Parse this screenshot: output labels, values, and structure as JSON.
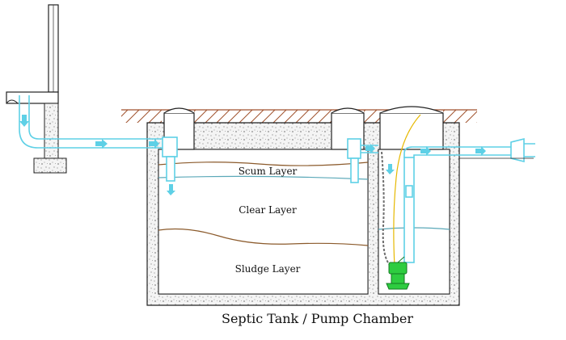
{
  "labels": {
    "scum": "Scum Layer",
    "clear": "Clear Layer",
    "sludge": "Sludge Layer"
  },
  "caption": "Septic Tank / Pump Chamber",
  "colors": {
    "pipe": "#5ed0e6",
    "soil": "#a0522d",
    "concrete": "#b9b9b9",
    "layer_line": "#8b5a2b",
    "water_line": "#5aa8b8",
    "pump": "#2ecc40",
    "float_cable": "#e6b800",
    "chain": "#6d6d6d",
    "outline": "#222222"
  }
}
